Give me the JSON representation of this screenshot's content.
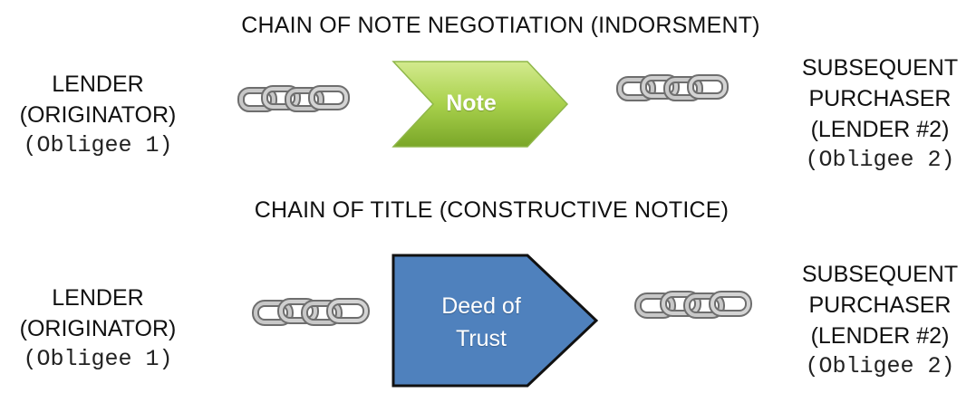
{
  "top": {
    "title": "CHAIN OF NOTE NEGOTIATION (INDORSMENT)",
    "left_party": {
      "line1": "LENDER",
      "line2": "(ORIGINATOR)",
      "line3": "(Obligee 1)"
    },
    "instrument": "Note",
    "right_party": {
      "line1": "SUBSEQUENT",
      "line2": "PURCHASER",
      "line3": "(LENDER #2)",
      "line4": "(Obligee 2)"
    }
  },
  "bottom": {
    "title": "CHAIN OF TITLE (CONSTRUCTIVE NOTICE)",
    "left_party": {
      "line1": "LENDER",
      "line2": "(ORIGINATOR)",
      "line3": "(Obligee 1)"
    },
    "instrument_line1": "Deed of",
    "instrument_line2": "Trust",
    "right_party": {
      "line1": "SUBSEQUENT",
      "line2": "PURCHASER",
      "line3": "(LENDER #2)",
      "line4": "(Obligee 2)"
    }
  },
  "colors": {
    "note_fill_light": "#c6e27a",
    "note_fill_dark": "#7fae2a",
    "deed_fill": "#4f81bd",
    "deed_stroke": "#111111",
    "chain_metal": "#9a9a9a"
  },
  "icons": {
    "link": "chain-link-icon"
  }
}
